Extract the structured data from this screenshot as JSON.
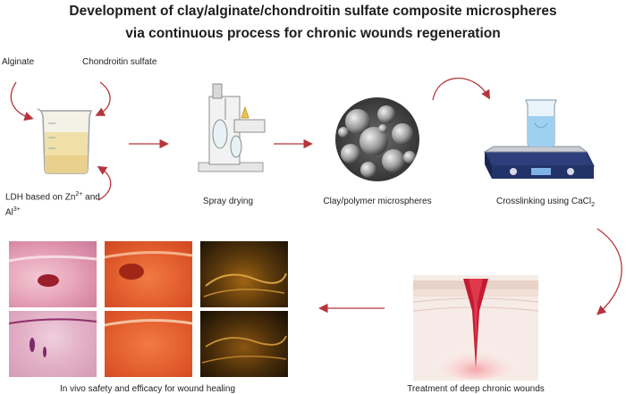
{
  "title": {
    "line1": "Development of clay/alginate/chondroitin sulfate composite microspheres",
    "line2": "via continuous process for chronic wounds regeneration"
  },
  "inputs": {
    "alginate": "Alginate",
    "chondroitin": "Chondroitin sulfate",
    "ldh_line1_prefix": "LDH based on Zn",
    "ldh_line1_sup": "2+",
    "ldh_line1_suffix": " and",
    "ldh_line2_prefix": "Al",
    "ldh_line2_sup": "3+"
  },
  "steps": {
    "spray_drying": "Spray drying",
    "microspheres": "Clay/polymer microspheres",
    "crosslinking_prefix": "Crosslinking using CaCl",
    "crosslinking_sub": "2",
    "treatment": "Treatment of deep chronic wounds",
    "in_vivo": "In vivo safety and efficacy for wound healing"
  },
  "colors": {
    "arrow": "#b5343c",
    "title": "#1d1d1d"
  }
}
